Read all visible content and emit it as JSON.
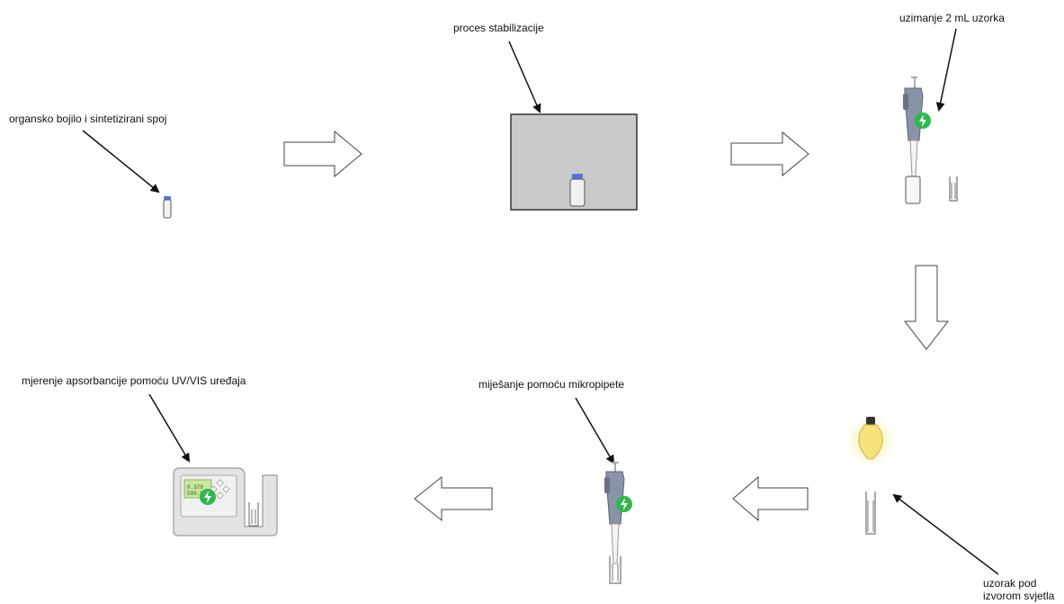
{
  "labels": {
    "organic_dye": "organsko bojilo i sintetizirani spoj",
    "stabilization": "proces stabilizacije",
    "sampling": "uzimanje 2 mL uzorka",
    "sample_under_light_line1": "uzorak pod",
    "sample_under_light_line2": "izvorom svjetla",
    "mixing": "miješanje pomoću mikropipete",
    "measurement": "mjerenje apsorbancije pomoću UV/VIS uređaja"
  },
  "spectrometer_display": {
    "line1": "0.378",
    "line2": "580.00"
  },
  "colors": {
    "vial_cap": "#5b6ee8",
    "box_fill": "#c9c9c9",
    "pipette_body": "#8a93a8",
    "badge_green": "#2fb84e",
    "bulb_yellow": "#f5e27a",
    "bulb_glow": "#fff3b0",
    "screen_green": "#c9e8a0"
  },
  "icons": [
    "vial-icon",
    "pipette-icon",
    "cuvette-icon",
    "light-bulb-icon",
    "spectrometer-icon",
    "arrow-right",
    "arrow-left",
    "arrow-down"
  ]
}
